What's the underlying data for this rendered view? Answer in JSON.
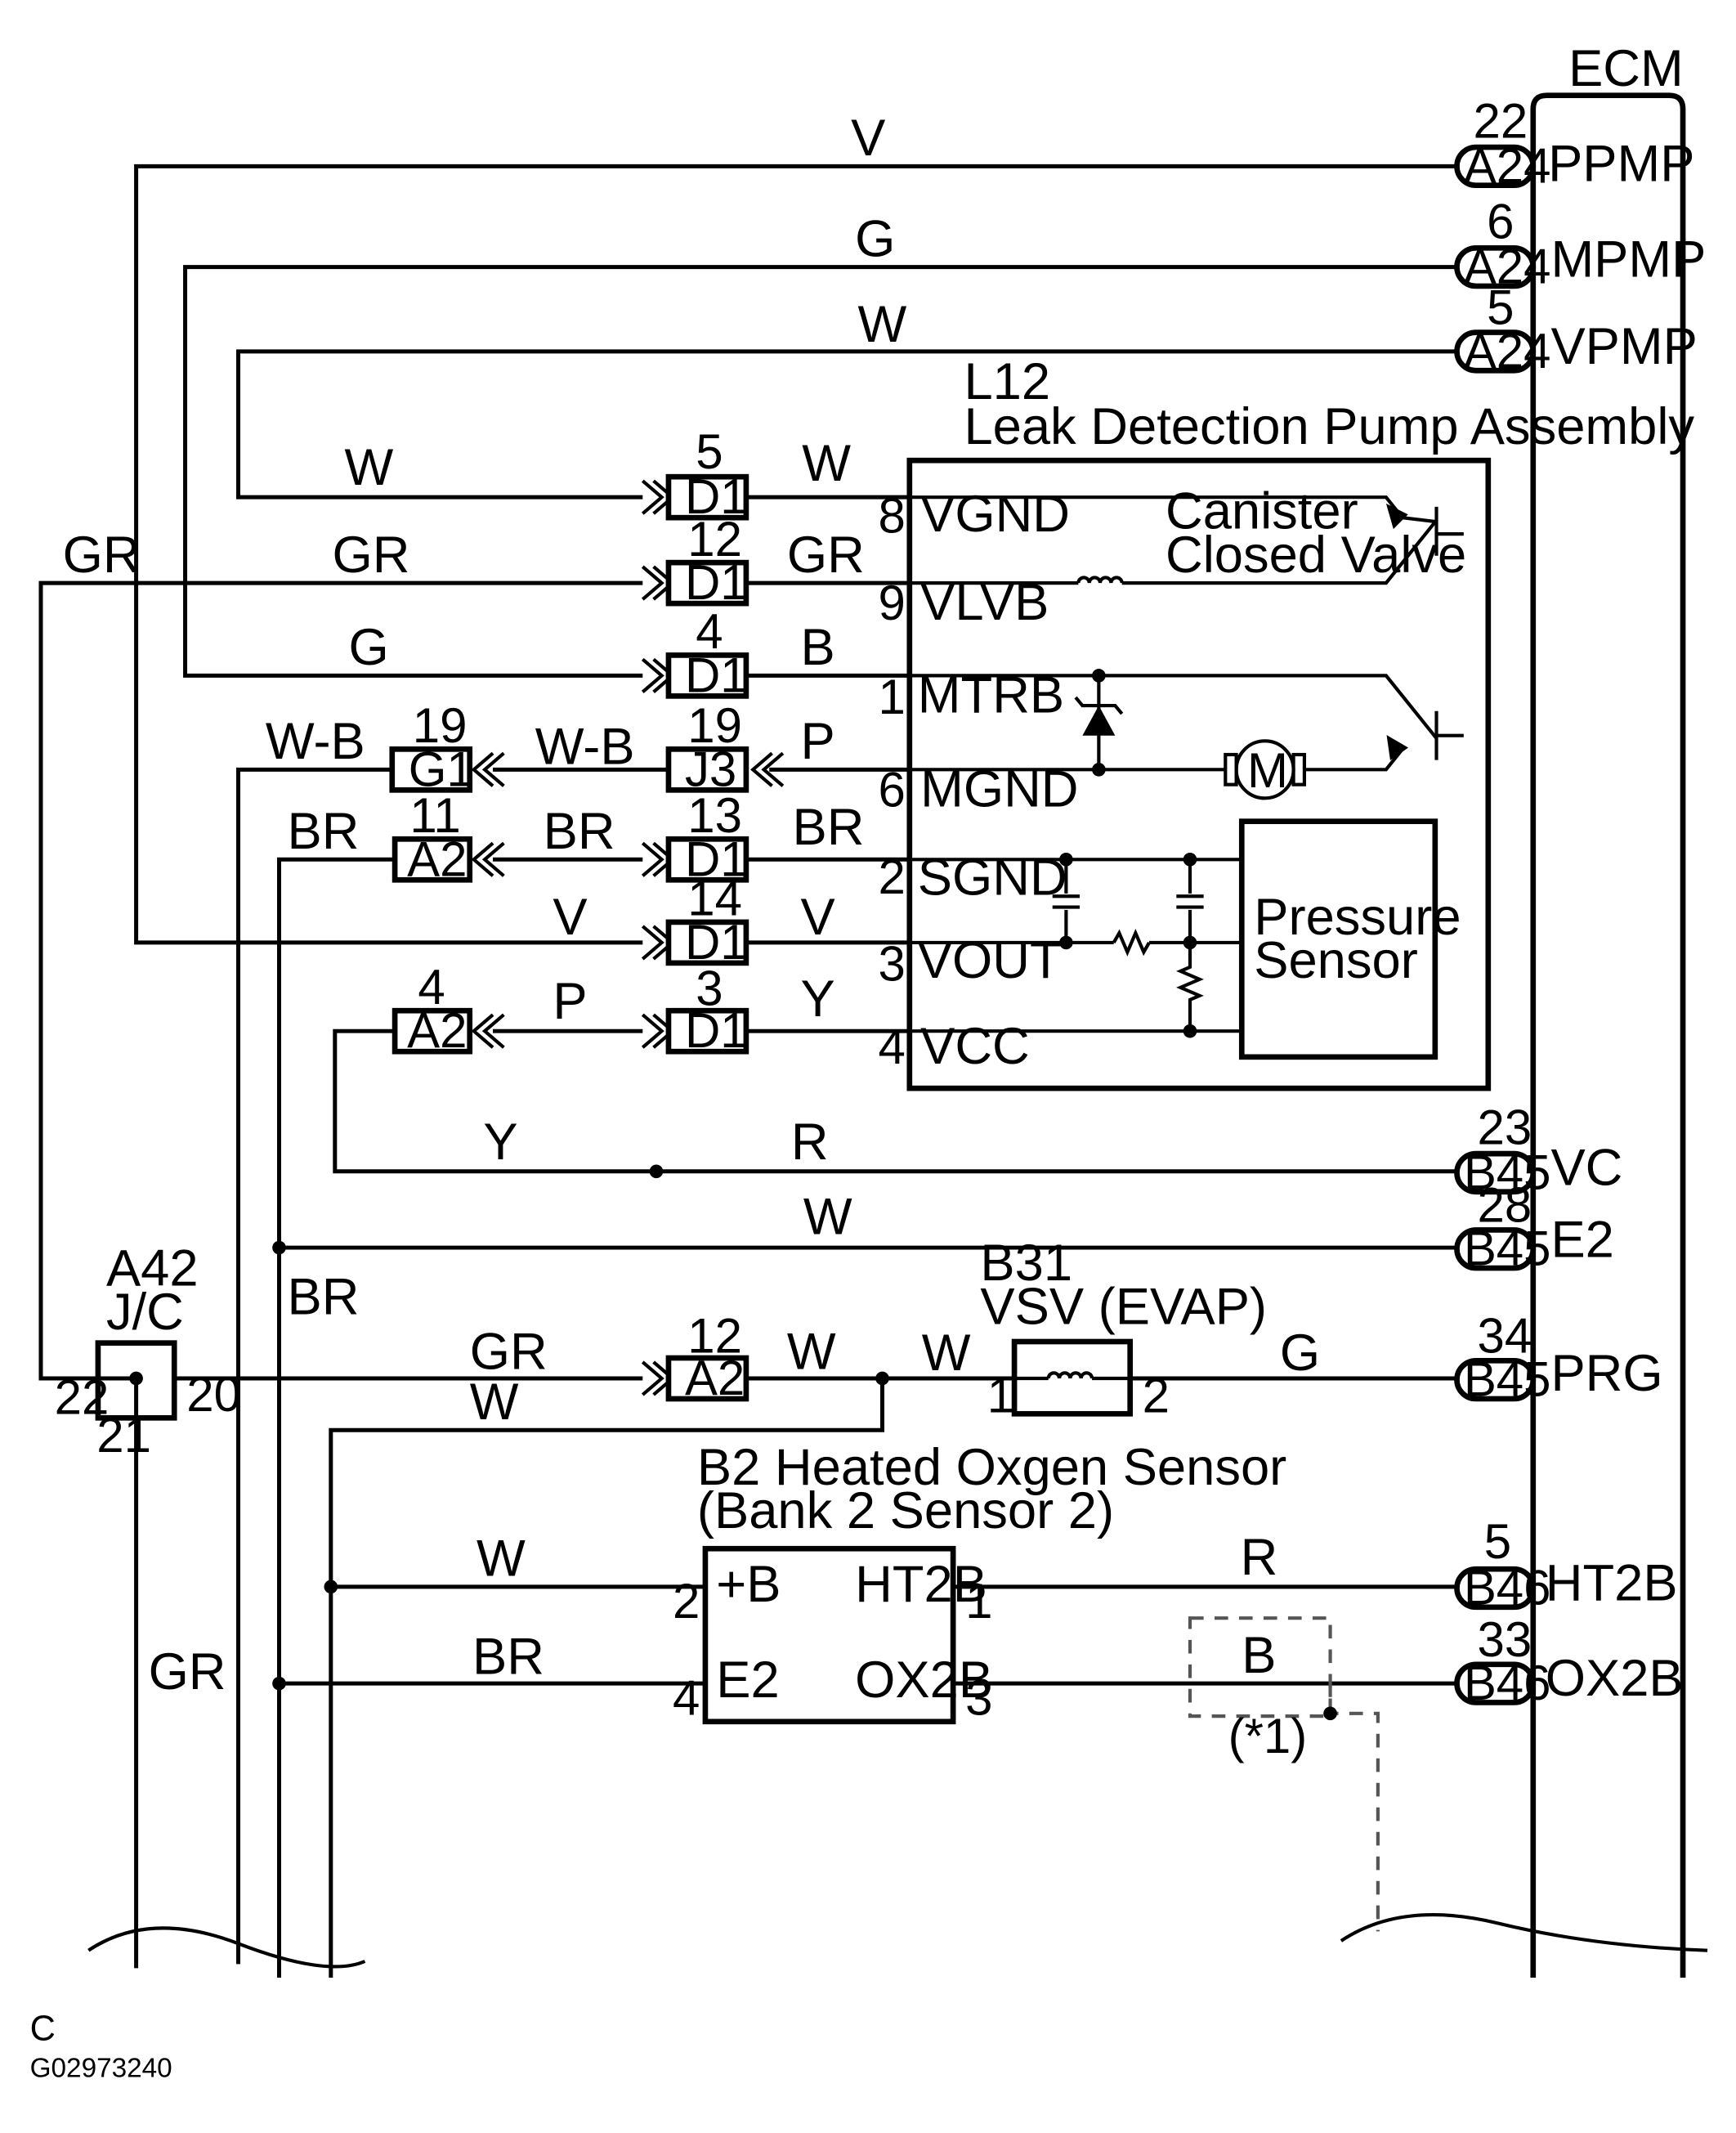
{
  "ecm": {
    "title": "ECM",
    "terminals": [
      {
        "pin": "22",
        "connector": "A24",
        "name": "PPMP"
      },
      {
        "pin": "6",
        "connector": "A24",
        "name": "MPMP"
      },
      {
        "pin": "5",
        "connector": "A24",
        "name": "VPMP"
      },
      {
        "pin": "23",
        "connector": "B45",
        "name": "VC"
      },
      {
        "pin": "28",
        "connector": "B45",
        "name": "E2"
      },
      {
        "pin": "34",
        "connector": "B45",
        "name": "PRG"
      },
      {
        "pin": "5",
        "connector": "B46",
        "name": "HT2B"
      },
      {
        "pin": "33",
        "connector": "B46",
        "name": "OX2B"
      }
    ]
  },
  "pump": {
    "id": "L12",
    "title": "Leak Detection Pump Assembly",
    "valve_label_1": "Canister",
    "valve_label_2": "Closed Valve",
    "motor_symbol": "M",
    "sensor_label_1": "Pressure",
    "sensor_label_2": "Sensor",
    "pins": [
      {
        "num": "8",
        "name": "VGND"
      },
      {
        "num": "9",
        "name": "VLVB"
      },
      {
        "num": "1",
        "name": "MTRB"
      },
      {
        "num": "6",
        "name": "MGND"
      },
      {
        "num": "2",
        "name": "SGND"
      },
      {
        "num": "3",
        "name": "VOUT"
      },
      {
        "num": "4",
        "name": "VCC"
      }
    ]
  },
  "connectors": [
    {
      "pin": "5",
      "id": "D1"
    },
    {
      "pin": "12",
      "id": "D1"
    },
    {
      "pin": "4",
      "id": "D1"
    },
    {
      "pin": "19",
      "id": "J3"
    },
    {
      "pin": "13",
      "id": "D1"
    },
    {
      "pin": "14",
      "id": "D1"
    },
    {
      "pin": "3",
      "id": "D1"
    },
    {
      "pin": "19",
      "id": "G1"
    },
    {
      "pin": "11",
      "id": "A2"
    },
    {
      "pin": "4",
      "id": "A2"
    },
    {
      "pin": "12",
      "id": "A2"
    }
  ],
  "junction": {
    "id": "A42",
    "name": "J/C",
    "pin_left": "22",
    "pin_right": "20",
    "pin_bottom": "21"
  },
  "vsv": {
    "id": "B31",
    "name": "VSV (EVAP)",
    "pin1": "1",
    "pin2": "2"
  },
  "o2": {
    "title_1": "B2 Heated Oxgen Sensor",
    "title_2": "(Bank 2 Sensor 2)",
    "pin_plusb_num": "2",
    "pin_plusb": "+B",
    "pin_e2_num": "4",
    "pin_e2": "E2",
    "pin_ht2b": "HT2B",
    "pin_ht2b_num": "1",
    "pin_ox2b": "OX2B",
    "pin_ox2b_num": "3"
  },
  "shield": {
    "label": "B",
    "note": "(*1)"
  },
  "wire_colors": {
    "ppmp": "V",
    "mpmp": "G",
    "vpmp": "W",
    "vgnd_left": "W",
    "vgnd_right": "W",
    "vlvb_far": "GR",
    "vlvb_left": "GR",
    "vlvb_right": "GR",
    "mtrb_left": "G",
    "mtrb_right": "B",
    "mgnd_far": "W-B",
    "mgnd_mid": "W-B",
    "mgnd_right": "P",
    "sgnd_far": "BR",
    "sgnd_mid": "BR",
    "sgnd_right": "BR",
    "vout_left": "V",
    "vout_right": "V",
    "vcc_mid": "P",
    "vcc_right": "Y",
    "vc_left": "Y",
    "vc_right": "R",
    "e2": "W",
    "br_vertical": "BR",
    "prg_left": "GR",
    "prg_mid": "W",
    "prg_vsv_in": "W",
    "prg_right": "G",
    "w_branch": "W",
    "o2_plusb": "W",
    "o2_e2": "BR",
    "o2_ht2b": "R",
    "gr_bottom": "GR"
  },
  "footer": {
    "code": "C",
    "figure_id": "G02973240"
  }
}
